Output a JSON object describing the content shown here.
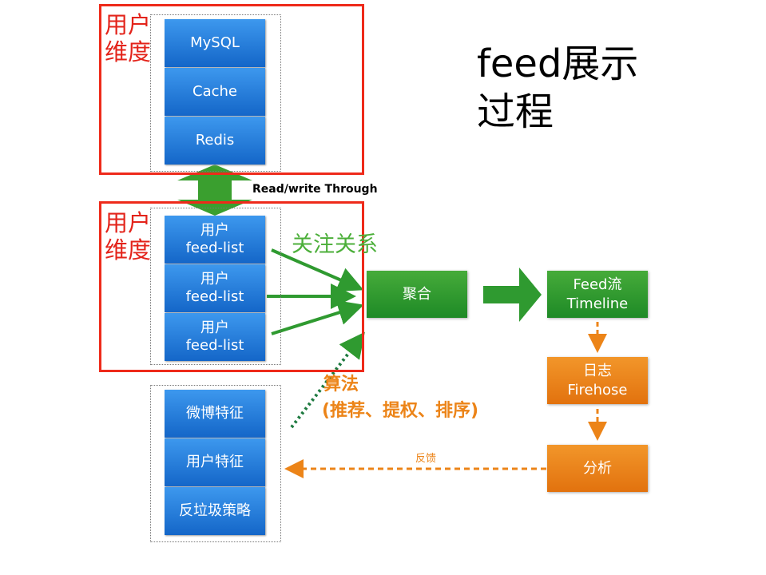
{
  "title": "feed展示过程",
  "storage": {
    "label": "用户维度",
    "items": [
      "MySQL",
      "Cache",
      "Redis"
    ]
  },
  "sync_label": "Read/write Through",
  "feedlists": {
    "label": "用户维度",
    "items": [
      [
        "用户",
        "feed-list"
      ],
      [
        "用户",
        "feed-list"
      ],
      [
        "用户",
        "feed-list"
      ]
    ]
  },
  "follow_label": "关注关系",
  "features": [
    "微博特征",
    "用户特征",
    "反垃圾策略"
  ],
  "aggregate": "聚合",
  "timeline": [
    "Feed流",
    "Timeline"
  ],
  "log": [
    "日志",
    "Firehose"
  ],
  "analysis": "分析",
  "feedback": "反馈",
  "algorithm": {
    "line1": "算法",
    "line2": "(推荐、提权、排序)"
  },
  "colors": {
    "blue": "#1e78dc",
    "green": "#2f9a30",
    "orange": "#ec8418",
    "red": "#ee2a1a"
  }
}
